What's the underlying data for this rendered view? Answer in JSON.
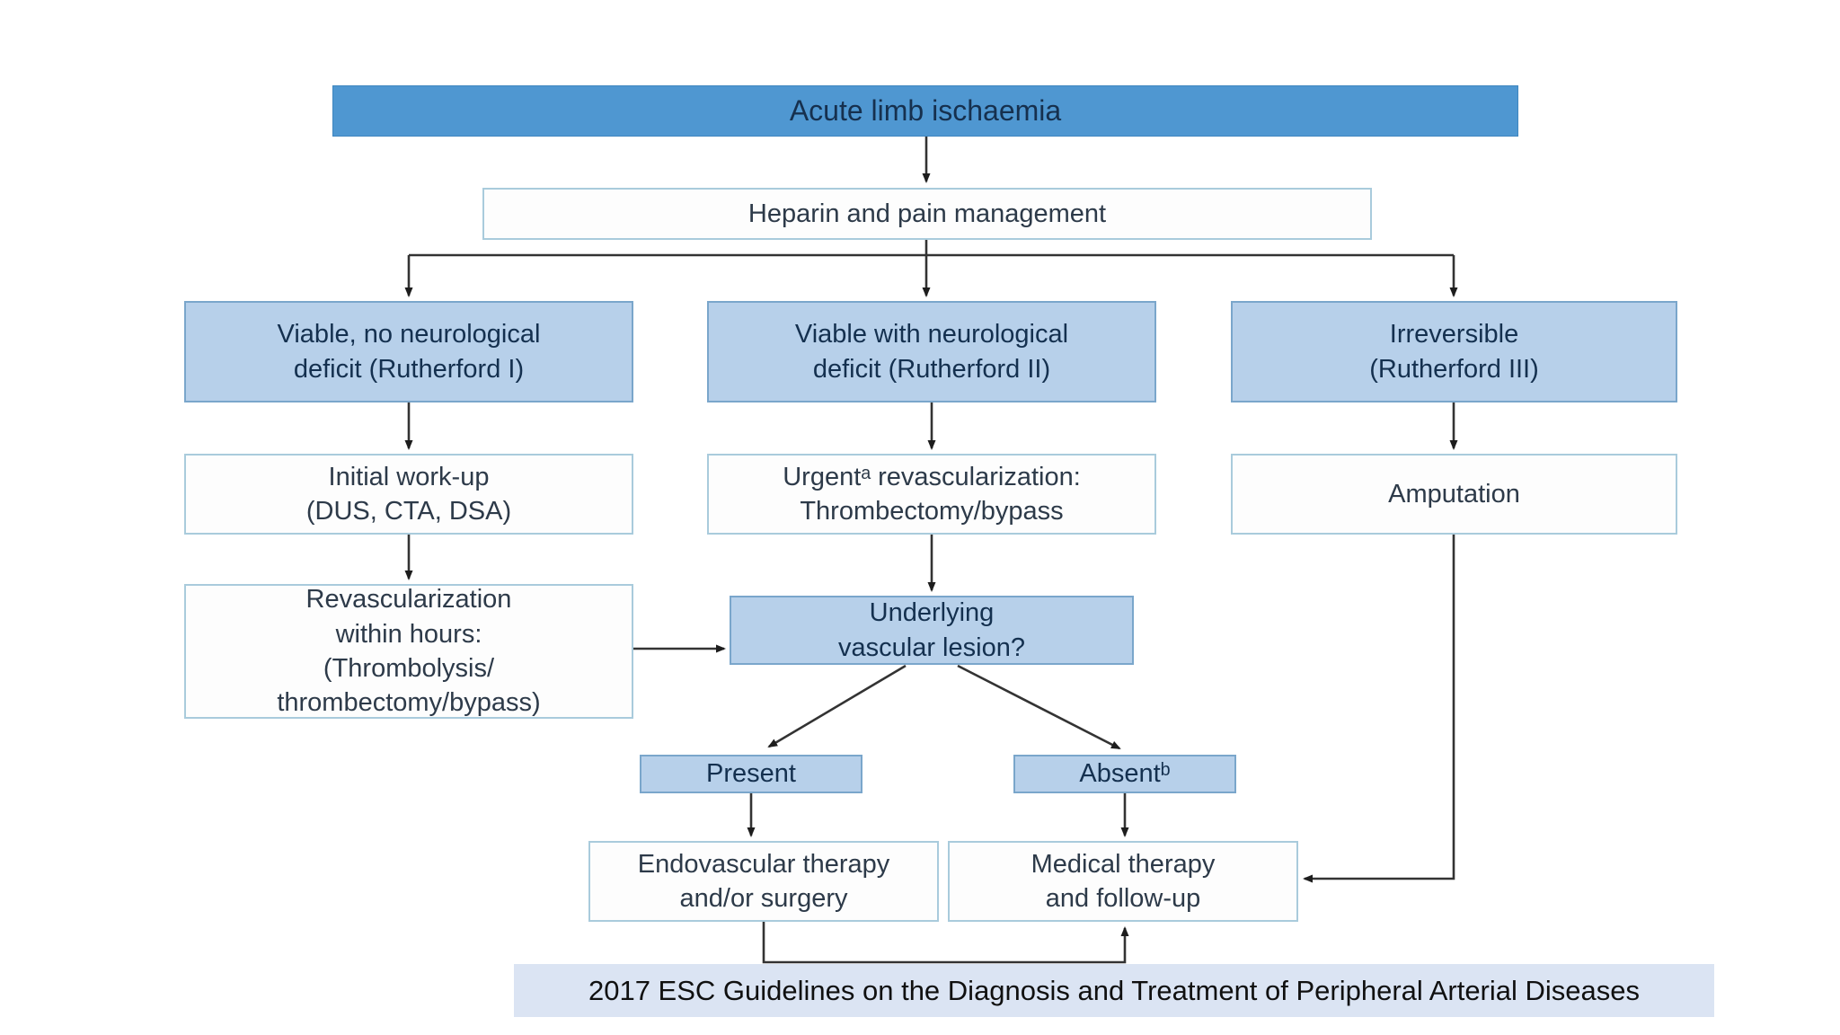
{
  "diagram": {
    "title": "Acute limb ischaemia",
    "caption": "2017 ESC Guidelines on the Diagnosis and Treatment of Peripheral Arterial Diseases",
    "colors": {
      "header_fill": "#4f97d1",
      "light_blue_fill": "#b7d0ea",
      "light_blue_border": "#7aa6cb",
      "white_box_border": "#a9cbdc",
      "caption_fill": "#dbe4f3",
      "text_navy": "#14304f",
      "arrow": "#2e2e2e"
    },
    "nodes": [
      {
        "id": "acute-limb-ischaemia",
        "text": "Acute limb ischaemia"
      },
      {
        "id": "heparin-pain-management",
        "text": "Heparin and pain management"
      },
      {
        "id": "rutherford-1",
        "text": "Viable, no neurological\ndeficit (Rutherford I)"
      },
      {
        "id": "rutherford-2",
        "text": "Viable with neurological\ndeficit (Rutherford II)"
      },
      {
        "id": "rutherford-3",
        "text": "Irreversible\n(Rutherford III)"
      },
      {
        "id": "initial-workup",
        "text": "Initial work-up\n(DUS, CTA, DSA)"
      },
      {
        "id": "urgent-revascularization",
        "text": "Urgentᵃ revascularization:\nThrombectomy/bypass"
      },
      {
        "id": "amputation",
        "text": "Amputation"
      },
      {
        "id": "revascularization-within-hours",
        "text": "Revascularization\nwithin hours:\n(Thrombolysis/\nthrombectomy/bypass)"
      },
      {
        "id": "underlying-vascular-lesion",
        "text": "Underlying\nvascular lesion?"
      },
      {
        "id": "present",
        "text": "Present"
      },
      {
        "id": "absent",
        "text": "Absentᵇ"
      },
      {
        "id": "endovascular-therapy",
        "text": "Endovascular therapy\nand/or surgery"
      },
      {
        "id": "medical-therapy",
        "text": "Medical therapy\nand follow-up"
      }
    ],
    "edges": [
      {
        "from": "acute-limb-ischaemia",
        "to": "heparin-pain-management"
      },
      {
        "from": "heparin-pain-management",
        "to": "rutherford-1"
      },
      {
        "from": "heparin-pain-management",
        "to": "rutherford-2"
      },
      {
        "from": "heparin-pain-management",
        "to": "rutherford-3"
      },
      {
        "from": "rutherford-1",
        "to": "initial-workup"
      },
      {
        "from": "rutherford-2",
        "to": "urgent-revascularization"
      },
      {
        "from": "rutherford-3",
        "to": "amputation"
      },
      {
        "from": "initial-workup",
        "to": "revascularization-within-hours"
      },
      {
        "from": "urgent-revascularization",
        "to": "underlying-vascular-lesion"
      },
      {
        "from": "revascularization-within-hours",
        "to": "underlying-vascular-lesion"
      },
      {
        "from": "underlying-vascular-lesion",
        "to": "present"
      },
      {
        "from": "underlying-vascular-lesion",
        "to": "absent"
      },
      {
        "from": "present",
        "to": "endovascular-therapy"
      },
      {
        "from": "absent",
        "to": "medical-therapy"
      },
      {
        "from": "endovascular-therapy",
        "to": "medical-therapy"
      },
      {
        "from": "amputation",
        "to": "medical-therapy"
      }
    ]
  }
}
